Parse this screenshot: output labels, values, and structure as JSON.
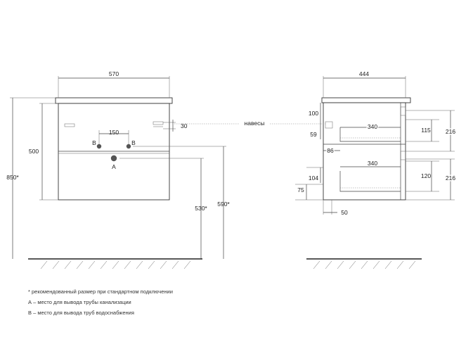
{
  "front_view": {
    "width": "570",
    "height_body": "500",
    "total_height": "850*",
    "pipe_spacing": "150",
    "hinge_offset": "30",
    "outlet_height": "530*",
    "inlet_height": "590*",
    "label_b_left": "B",
    "label_b_right": "B",
    "label_a": "A"
  },
  "side_view": {
    "depth": "444",
    "hinges_label": "навесы",
    "top_offset": "100",
    "top_gap": "59",
    "upper_drawer_depth": "340",
    "upper_drawer_inner": "115",
    "upper_drawer_front": "216",
    "back_offset": "86",
    "lower_drawer_depth": "340",
    "lower_offset": "104",
    "lower_drawer_inner": "120",
    "lower_drawer_front": "216",
    "bottom_offset": "75",
    "leg_offset": "50"
  },
  "notes": [
    "* рекомендованный размер при стандартном подключении",
    "А – место для вывода трубы канализации",
    "В – место для вывода труб водоснабжения"
  ],
  "colors": {
    "line": "#444444",
    "pipe_marker": "#555555"
  }
}
